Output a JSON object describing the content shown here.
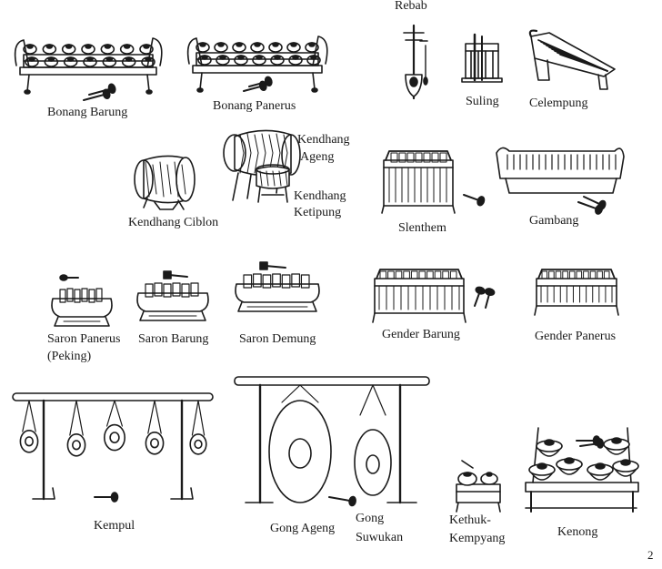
{
  "labels": {
    "rebab": "Rebab",
    "suling": "Suling",
    "celempung": "Celempung",
    "bonang_barung": "Bonang Barung",
    "bonang_panerus": "Bonang Panerus",
    "kendhang_ageng_1": "Kendhang",
    "kendhang_ageng_2": "Ageng",
    "kendhang_ketipung_1": "Kendhang",
    "kendhang_ketipung_2": "Ketipung",
    "kendhang_ciblon": "Kendhang Ciblon",
    "slenthem": "Slenthem",
    "gambang": "Gambang",
    "saron_panerus_1": "Saron Panerus",
    "saron_panerus_2": "(Peking)",
    "saron_barung": "Saron Barung",
    "saron_demung": "Saron Demung",
    "gender_barung": "Gender Barung",
    "gender_panerus": "Gender Panerus",
    "kempul": "Kempul",
    "gong_ageng": "Gong Ageng",
    "gong_suwukan_1": "Gong",
    "gong_suwukan_2": "Suwukan",
    "kethuk_kempyang_1": "Kethuk-",
    "kethuk_kempyang_2": "Kempyang",
    "kenong": "Kenong"
  },
  "page_number": "2",
  "colors": {
    "ink": "#1a1a1a",
    "paper": "#ffffff"
  }
}
